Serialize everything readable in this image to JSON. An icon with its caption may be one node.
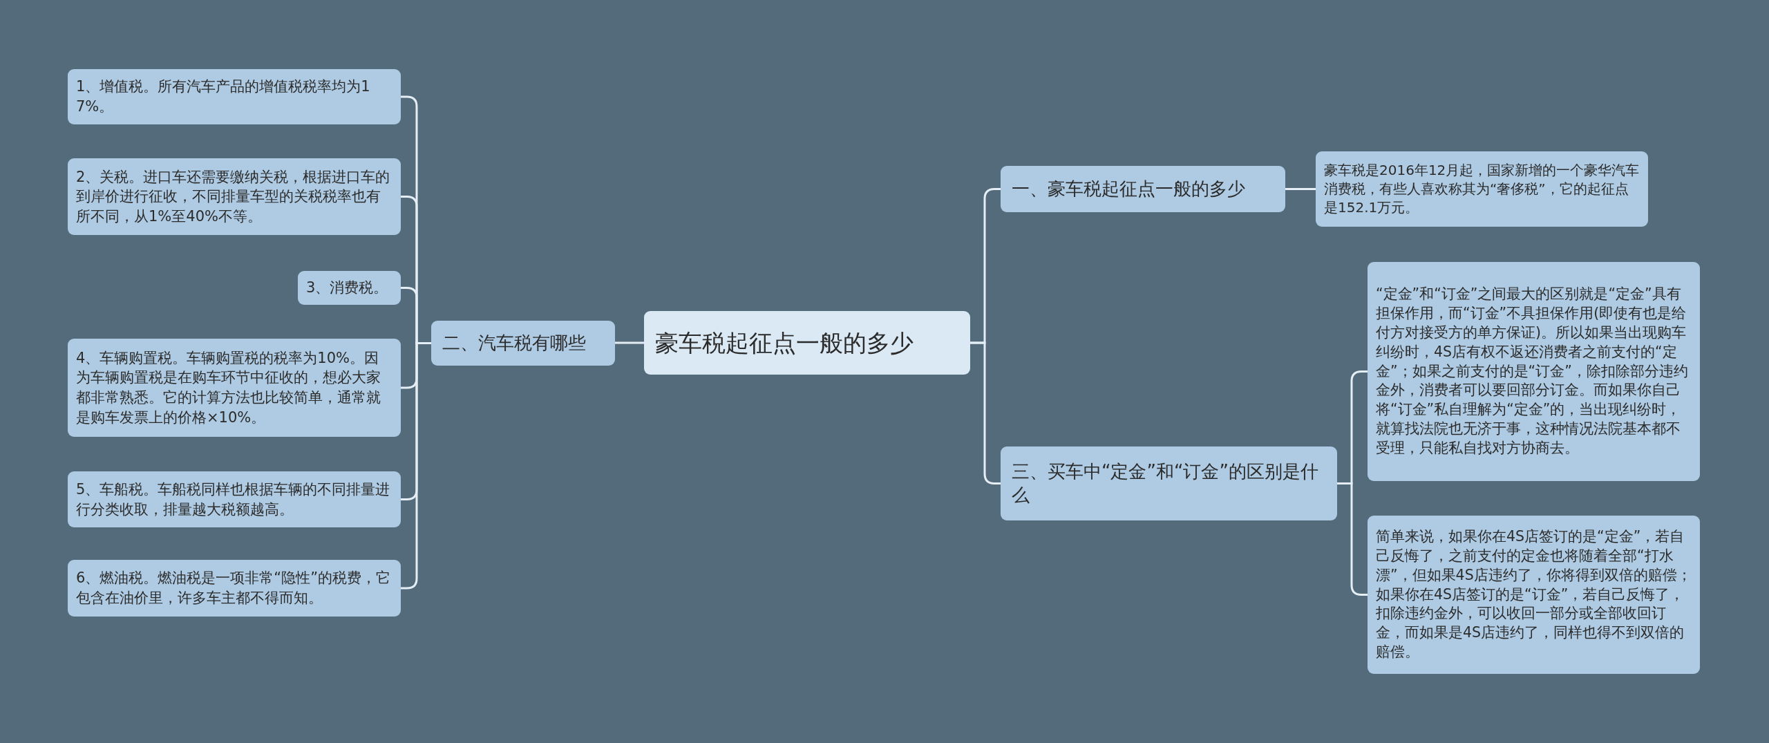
{
  "diagram": {
    "nodes": [
      {
        "text": [
          "豪车税起征点一般的多少"
        ]
      },
      {
        "text": [
          "二、汽车税有哪些"
        ]
      },
      {
        "text": [
          "1、增值税。所有汽车产品的增值税税率均为17%。"
        ]
      },
      {
        "text": [
          "2、关税。进口车还需要缴纳关税，根据进口车的到岸价进行征收，不同排量车型的关税税率也有所不同，从1%至40%不等。"
        ]
      },
      {
        "text": [
          "3、消费税。"
        ]
      },
      {
        "text": [
          "4、车辆购置税。车辆购置税的税率为10%。因为车辆购置税是在购车环节中征收的，想必大家都非常熟悉。它的计算方法也比较简单，通常就是购车发票上的价格×10%。"
        ]
      },
      {
        "text": [
          "5、车船税。车船税同样也根据车辆的不同排量进行分类收取，排量越大税额越高。"
        ]
      },
      {
        "text": [
          "6、燃油税。燃油税是一项非常“隐性”的税费，它包含在油价里，许多车主都不得而知。"
        ]
      },
      {
        "text": [
          "一、豪车税起征点一般的多少"
        ]
      },
      {
        "text": [
          "豪车税是2016年12月起，国家新增的一个豪华汽车消费税，有些人喜欢称其为“奢侈税”，它的起征点是152.1万元。"
        ]
      },
      {
        "text": [
          "三、买车中“定金”和“订金”的区别是什么"
        ]
      },
      {
        "text": [
          "“定金”和“订金”之间最大的区别就是“定金”具有担保作用，而“订金”不具担保作用(即使有也是给付方对接受方的单方保证)。所以如果当出现购车纠纷时，4S店有权不返还消费者之前支付的“定金”；如果之前支付的是“订金”，除扣除部分违约金外，消费者可以要回部分订金。而如果你自己将“订金”私自理解为“定金”的，当出现纠纷时，就算找法院也无济于事，这种情况法院基本都不受理，只能私自找对方协商去。"
        ]
      },
      {
        "text": [
          "简单来说，如果你在4S店签订的是“定金”，若自己反悔了，之前支付的定金也将随着全部“打水漂”，但如果4S店违约了，你将得到双倍的赔偿；如果你在4S店签订的是“订金”，若自己反悔了，扣除违约金外，可以收回一部分或全部收回订金，而如果是4S店违约了，同样也得不到双倍的赔偿。"
        ]
      }
    ],
    "edges": [
      {
        "from": 0,
        "to": 1,
        "arrow": "none"
      },
      {
        "from": 1,
        "to": 2,
        "arrow": "none"
      },
      {
        "from": 1,
        "to": 3,
        "arrow": "none"
      },
      {
        "from": 1,
        "to": 4,
        "arrow": "none"
      },
      {
        "from": 1,
        "to": 5,
        "arrow": "none"
      },
      {
        "from": 1,
        "to": 6,
        "arrow": "none"
      },
      {
        "from": 1,
        "to": 7,
        "arrow": "none"
      },
      {
        "from": 0,
        "to": 8,
        "arrow": "none"
      },
      {
        "from": 0,
        "to": 10,
        "arrow": "none"
      },
      {
        "from": 8,
        "to": 9,
        "arrow": "none"
      },
      {
        "from": 10,
        "to": 11,
        "arrow": "none"
      },
      {
        "from": 10,
        "to": 12,
        "arrow": "none"
      }
    ]
  }
}
